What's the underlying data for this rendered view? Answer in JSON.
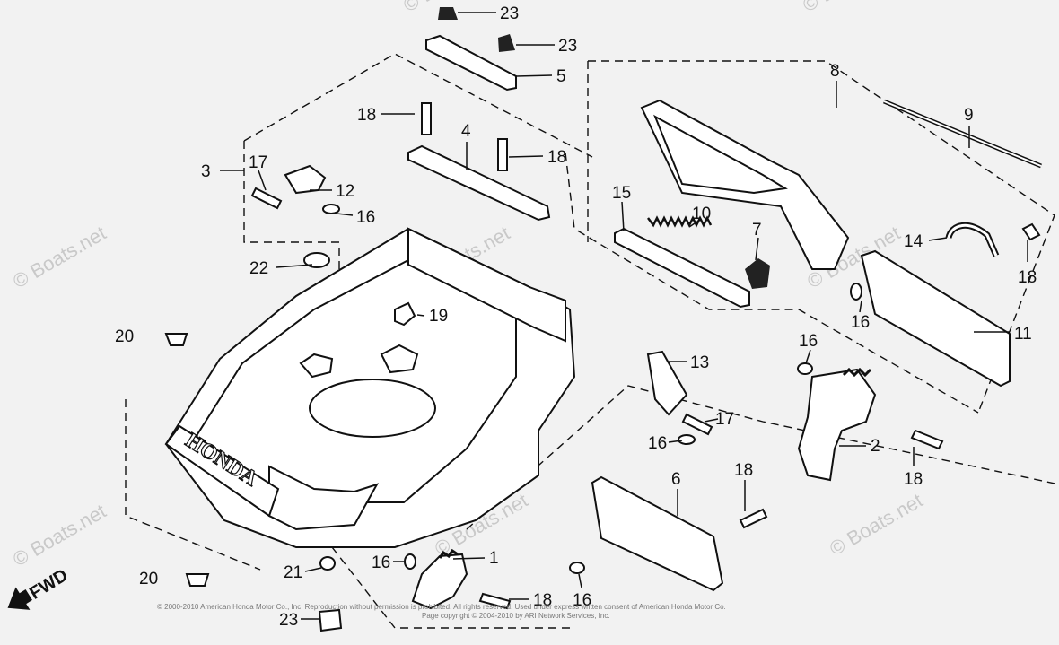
{
  "diagram": {
    "watermark": "© Boats.net",
    "copyright_line1": "© 2000-2010 American Honda Motor Co., Inc. Reproduction without permission is prohibited. All rights reserved. Used under express written consent of American Honda Motor Co.",
    "copyright_line2": "Page copyright © 2004-2010 by ARI Network Services, Inc.",
    "fwd_label": "FWD",
    "brand_text": "HONDA",
    "callouts": {
      "c1": "1",
      "c2": "2",
      "c3": "3",
      "c4": "4",
      "c5": "5",
      "c6": "6",
      "c7": "7",
      "c8": "8",
      "c9": "9",
      "c10": "10",
      "c11": "11",
      "c12": "12",
      "c13": "13",
      "c14": "14",
      "c15": "15",
      "c16a": "16",
      "c16b": "16",
      "c16c": "16",
      "c16d": "16",
      "c16e": "16",
      "c16f": "16",
      "c17a": "17",
      "c17b": "17",
      "c18a": "18",
      "c18b": "18",
      "c18c": "18",
      "c18d": "18",
      "c18e": "18",
      "c18f": "18",
      "c19": "19",
      "c20a": "20",
      "c20b": "20",
      "c21": "21",
      "c22": "22",
      "c23a": "23",
      "c23b": "23",
      "c23c": "23"
    }
  }
}
